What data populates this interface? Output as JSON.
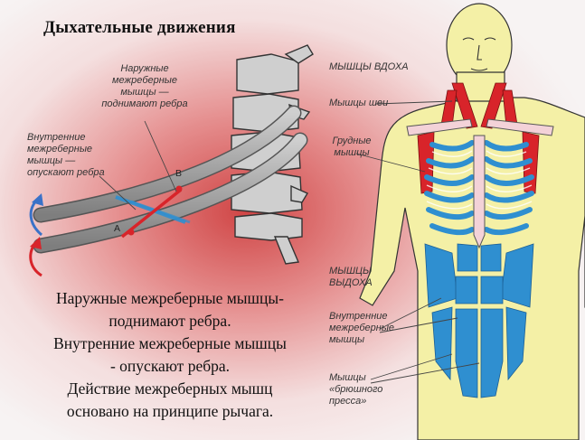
{
  "title": "Дыхательные движения",
  "left_diagram": {
    "external_label": [
      "Наружные",
      "межреберные",
      "мышцы —",
      "поднимают ребра"
    ],
    "internal_label": [
      "Внутренние",
      "межреберные",
      "мышцы —",
      "опускают ребра"
    ],
    "point_a": "A",
    "point_b": "B"
  },
  "right_diagram": {
    "inhale_header": "МЫШЦЫ ВДОХА",
    "neck_label": "Мышцы шеи",
    "chest_label": [
      "Грудные",
      "мышцы"
    ],
    "exhale_header": [
      "МЫШЦЫ",
      "ВЫДОХА"
    ],
    "internal_label": [
      "Внутренние",
      "межреберные",
      "мышцы"
    ],
    "abdominal_label": [
      "Мышцы",
      "«брюшного",
      "пресса»"
    ]
  },
  "caption": [
    "Наружные межреберные мышцы-",
    "поднимают ребра.",
    "Внутренние межреберные мышцы",
    "- опускают ребра.",
    "Действие межреберных мышц",
    "основано на принципе рычага."
  ],
  "colors": {
    "muscle_red": "#d8242a",
    "muscle_blue": "#2f8fd0",
    "skin": "#f4f0a6",
    "bone": "#9c9c9c"
  }
}
